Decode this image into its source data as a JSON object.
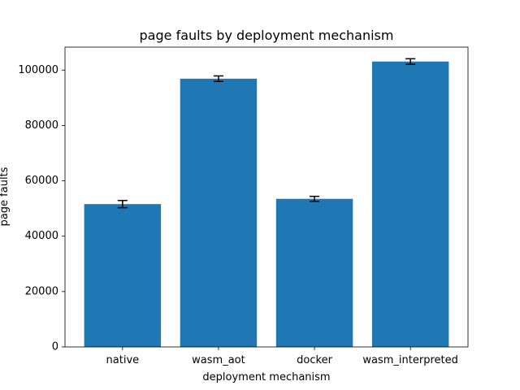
{
  "chart_data": {
    "type": "bar",
    "title": "page faults by deployment mechanism",
    "xlabel": "deployment mechanism",
    "ylabel": "page faults",
    "categories": [
      "native",
      "wasm_aot",
      "docker",
      "wasm_interpreted"
    ],
    "values": [
      51600,
      96900,
      53500,
      103100
    ],
    "errors": [
      1300,
      1000,
      900,
      1000
    ],
    "ylim": [
      0,
      108300
    ],
    "yticks": [
      0,
      20000,
      40000,
      60000,
      80000,
      100000
    ],
    "bar_color": "#1f77b4",
    "error_color": "#000000",
    "grid": false,
    "legend": "none"
  }
}
